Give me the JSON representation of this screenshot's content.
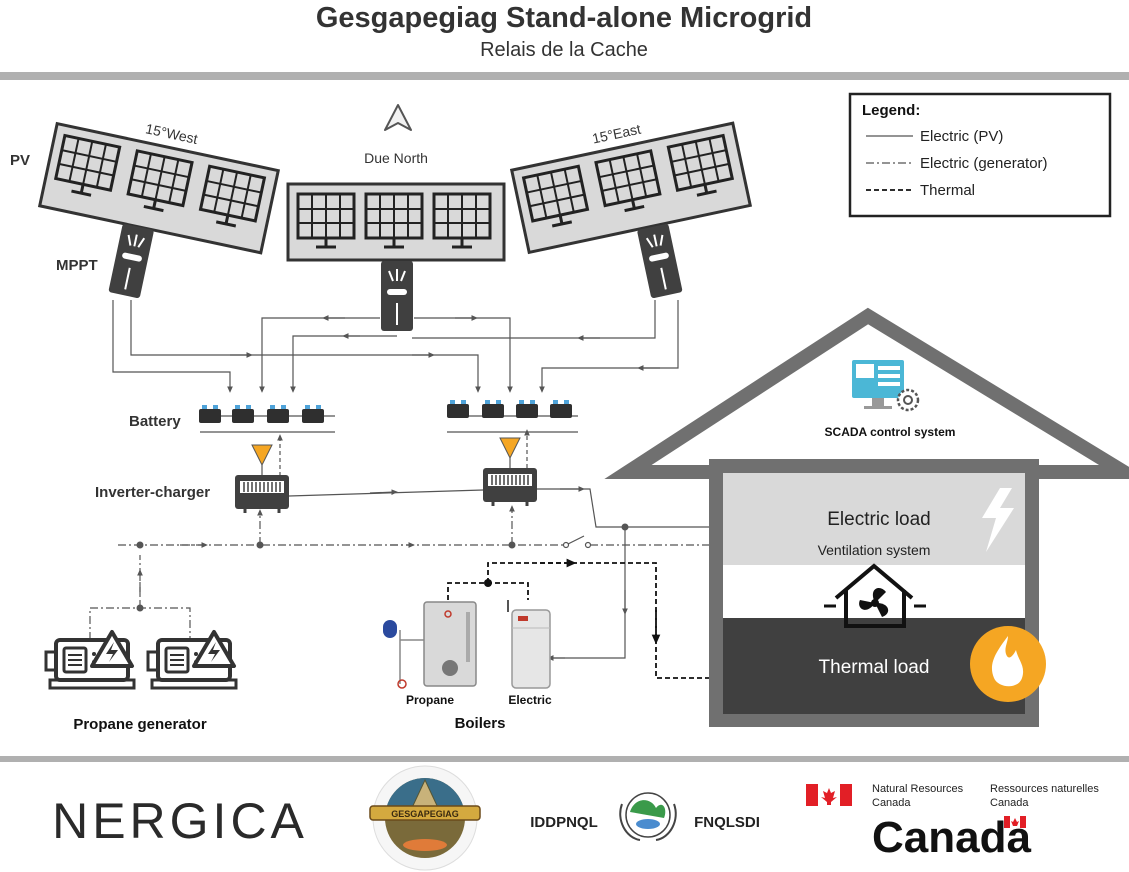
{
  "header": {
    "title": "Gesgapegiag Stand-alone Microgrid",
    "subtitle": "Relais de la Cache"
  },
  "pv": {
    "label": "PV",
    "mppt_label": "MPPT",
    "arrays": [
      {
        "orientation": "15°West"
      },
      {
        "orientation": "Due North"
      },
      {
        "orientation": "15°East"
      }
    ]
  },
  "legend": {
    "title": "Legend:",
    "items": [
      {
        "label": "Electric (PV)",
        "style": "solid"
      },
      {
        "label": "Electric (generator)",
        "style": "dashdot"
      },
      {
        "label": "Thermal",
        "style": "dashed"
      }
    ]
  },
  "components": {
    "battery": "Battery",
    "inverter": "Inverter-charger",
    "generator": "Propane generator",
    "boilers": "Boilers",
    "boiler_propane": "Propane",
    "boiler_electric": "Electric",
    "scada": "SCADA control system"
  },
  "building": {
    "electric_load": "Electric load",
    "ventilation": "Ventilation system",
    "thermal_load": "Thermal load"
  },
  "footer": {
    "nergica": "NERGICA",
    "gesgapegiag_badge": "GESGAPEGIAG",
    "iddpnql": "IDDPNQL",
    "fnqlsdi": "FNQLSDI",
    "nrcan_en_1": "Natural Resources",
    "nrcan_en_2": "Canada",
    "nrcan_fr_1": "Ressources naturelles",
    "nrcan_fr_2": "Canada",
    "canada": "Canada"
  },
  "colors": {
    "line": "#555555",
    "panel_fill": "#d9d9d9",
    "dark": "#404040",
    "orange": "#f5a623",
    "red": "#e21f26",
    "grey_bar": "#b0b0b0"
  }
}
